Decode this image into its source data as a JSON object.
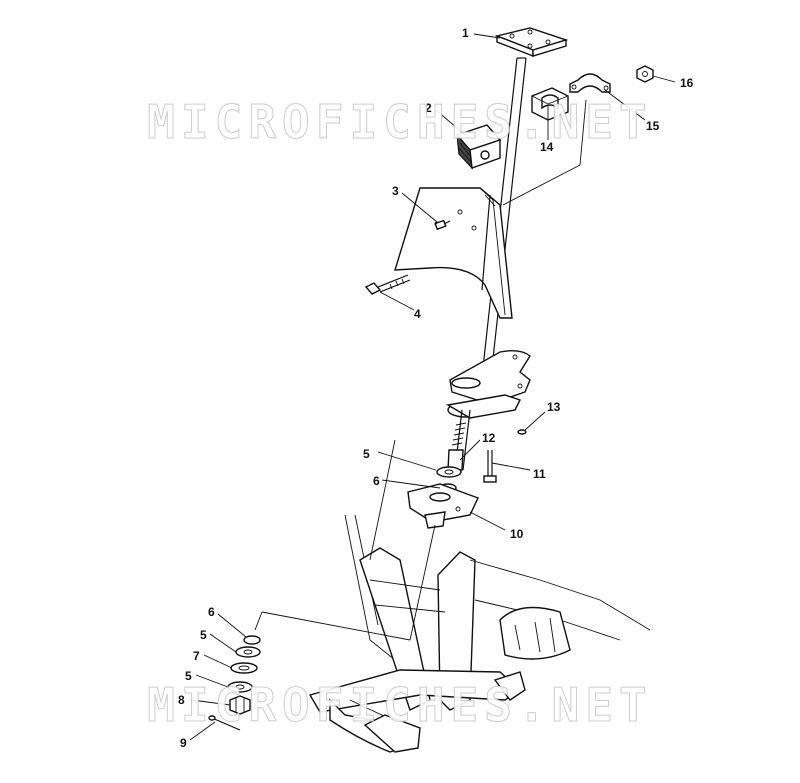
{
  "watermark": {
    "text": "MICROFICHES.NET"
  },
  "callouts": {
    "c1": "1",
    "c2": "2",
    "c3": "3",
    "c4": "4",
    "c5a": "5",
    "c5b": "5",
    "c5c": "5",
    "c6a": "6",
    "c6b": "6",
    "c7": "7",
    "c8": "8",
    "c9": "9",
    "c10": "10",
    "c11": "11",
    "c12": "12",
    "c13": "13",
    "c14": "14",
    "c15": "15",
    "c16": "16"
  },
  "colors": {
    "line": "#111111",
    "fill": "#ffffff",
    "watermark": "#c8c8c8"
  }
}
